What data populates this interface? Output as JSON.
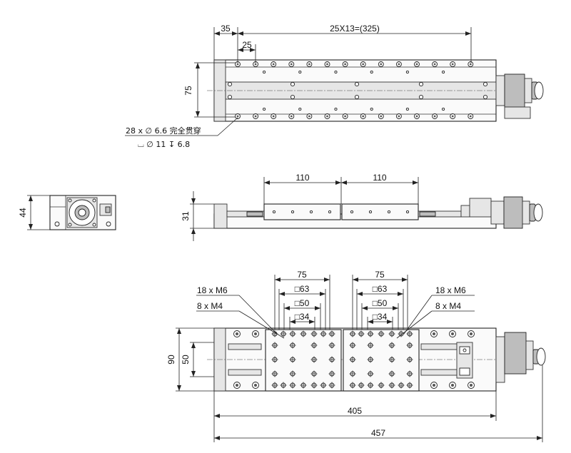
{
  "top_view": {
    "dim_pitch_start": "35",
    "dim_pitch_total": "25X13=(325)",
    "dim_pitch": "25",
    "dim_width": "75",
    "note_holes": "28 x ∅ 6.6 完全贯穿",
    "note_counterbore": "⌴ ∅ 11 ↧ 6.8"
  },
  "end_view": {
    "dim_height": "44"
  },
  "side_view": {
    "dim_carriage_1": "110",
    "dim_carriage_2": "110",
    "dim_height": "31"
  },
  "bottom_view": {
    "left_carriage": {
      "dim_75": "75",
      "dim_63": "□63",
      "dim_50": "□50",
      "dim_34": "□34"
    },
    "right_carriage": {
      "dim_75": "75",
      "dim_63": "□63",
      "dim_50": "□50",
      "dim_34": "□34"
    },
    "label_m6_left": "18 x  M6",
    "label_m4_left": "8 x  M4",
    "label_m6_right": "18 x  M6",
    "label_m4_right": "8 x  M4",
    "dim_90": "90",
    "dim_50": "50",
    "dim_405": "405",
    "dim_457": "457"
  }
}
